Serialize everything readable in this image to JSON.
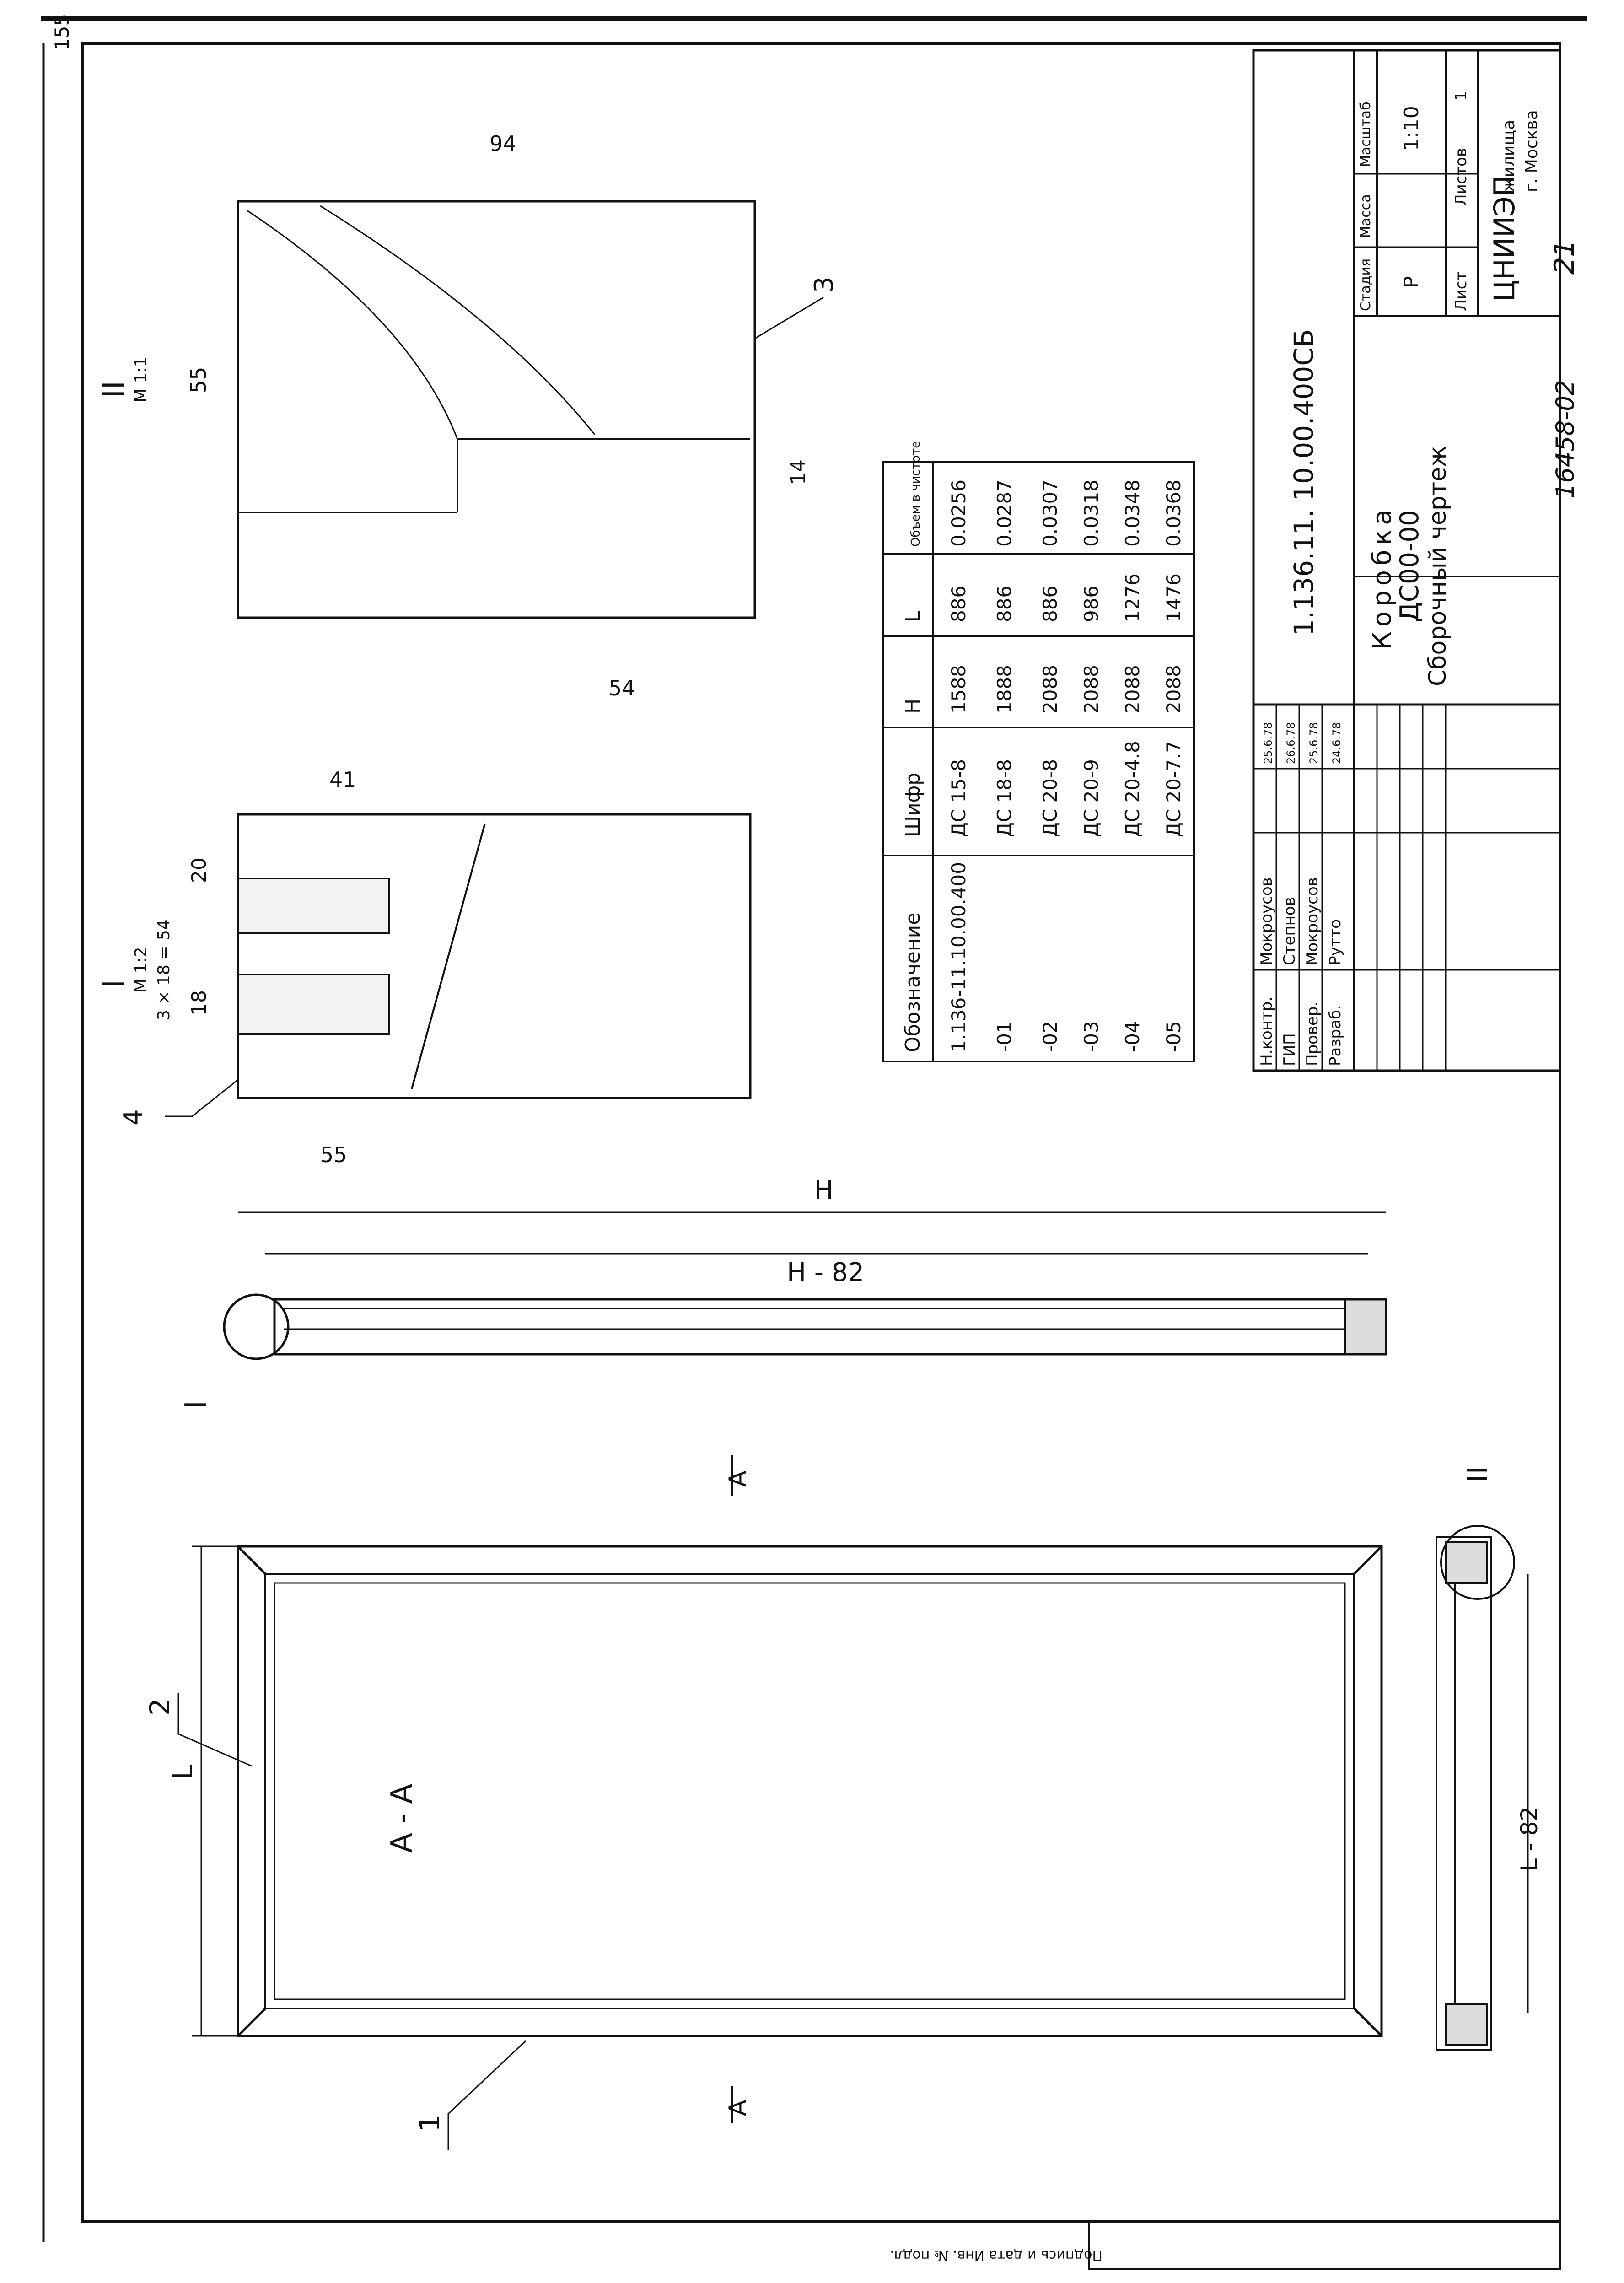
{
  "sheet": {
    "page_number": "155",
    "archive_number": "16458-02",
    "sheet_index": "21"
  },
  "title_block": {
    "designation_code": "1.136.11. 10.00.400СБ",
    "name": "Коробка",
    "name_code": "ДС00-00",
    "doc_type": "Сборочный чертеж",
    "headers": {
      "stage": "Стадия",
      "mass": "Масса",
      "scale": "Масштаб"
    },
    "stage": "Р",
    "mass": "",
    "scale": "1:10",
    "sheet_label": "Лист",
    "sheets_label": "Листов",
    "sheets_count": "1",
    "organization": "ЦНИИЭП",
    "organization_sub1": "жилища",
    "organization_sub2": "г. Москва",
    "people": [
      {
        "role": "Н.контр.",
        "name": "Мокроусов",
        "date": "25.6.78"
      },
      {
        "role": "ГИП",
        "name": "Степнов",
        "date": "26.6.78"
      },
      {
        "role": "Провер.",
        "name": "Мокроусов",
        "date": "25.6.78"
      },
      {
        "role": "Разраб.",
        "name": "Рутто",
        "date": "24.6.78"
      }
    ]
  },
  "spec_table": {
    "columns": [
      "Обозначение",
      "Шифр",
      "H",
      "L",
      "Объем в чистоте"
    ],
    "rows": [
      [
        "1.136-11.10.00.400",
        "ДС 15-8",
        "1588",
        "886",
        "0.0256"
      ],
      [
        "-01",
        "ДС 18-8",
        "1888",
        "886",
        "0.0287"
      ],
      [
        "-02",
        "ДС 20-8",
        "2088",
        "886",
        "0.0307"
      ],
      [
        "-03",
        "ДС 20-9",
        "2088",
        "986",
        "0.0318"
      ],
      [
        "-04",
        "ДС 20-4.8",
        "2088",
        "1276",
        "0.0348"
      ],
      [
        "-05",
        "ДС 20-7.7",
        "2088",
        "1476",
        "0.0368"
      ]
    ]
  },
  "views": {
    "section_aa": "А - А",
    "cut_mark": "А",
    "dim_L": "L",
    "dim_L82": "L - 82",
    "dim_H": "H",
    "dim_H82": "H - 82",
    "callout_1": "1",
    "callout_2": "2",
    "callout_3": "3",
    "callout_4": "4",
    "detail_I_label": "I",
    "detail_I_scale": "М 1:2",
    "detail_I_note": "3 × 18 = 54",
    "detail_II_label": "II",
    "detail_II_scale": "М 1:1",
    "dims": {
      "d55a": "55",
      "d20": "20",
      "d18": "18",
      "d41": "41",
      "d55b": "55",
      "d94": "94",
      "d14": "14",
      "d54": "54"
    }
  },
  "margin_stamp": "Подпись и дата   Инв. № подл."
}
